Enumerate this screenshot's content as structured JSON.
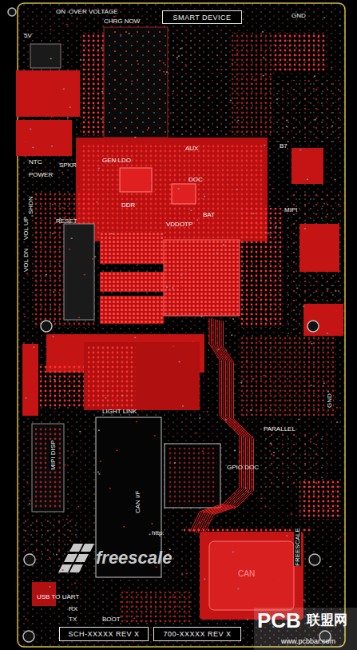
{
  "diagram": {
    "nodes": [
      {
        "text": [
          "SMART DEVICE"
        ]
      },
      {
        "text": [
          "SCH-XXXXX REV X"
        ]
      },
      {
        "text": [
          "700-XXXXX REV X"
        ]
      }
    ],
    "labels": [
      "GND",
      "5V",
      "ON",
      "OVER VOLTAGE",
      "CHRG NOW",
      "NTC",
      "POWER",
      "SPKR",
      "SHDN",
      "RESET",
      "VOL UP",
      "VOL DN",
      "GEN LDO",
      "AUX",
      "DOC",
      "DDR",
      "VDDOTP",
      "BAT",
      "B7",
      "MIPI",
      "LIGHT LINK",
      "MIPI DISP",
      "PARALLEL",
      "GPIO DOC",
      "CAN I/F",
      "http:",
      "freescale",
      "FREESCALE",
      "USB TO UART",
      "RX",
      "TX",
      "BOOT",
      "CAN",
      "GND",
      "PCB",
      "联盟网",
      "www.pcbbar.com"
    ]
  }
}
